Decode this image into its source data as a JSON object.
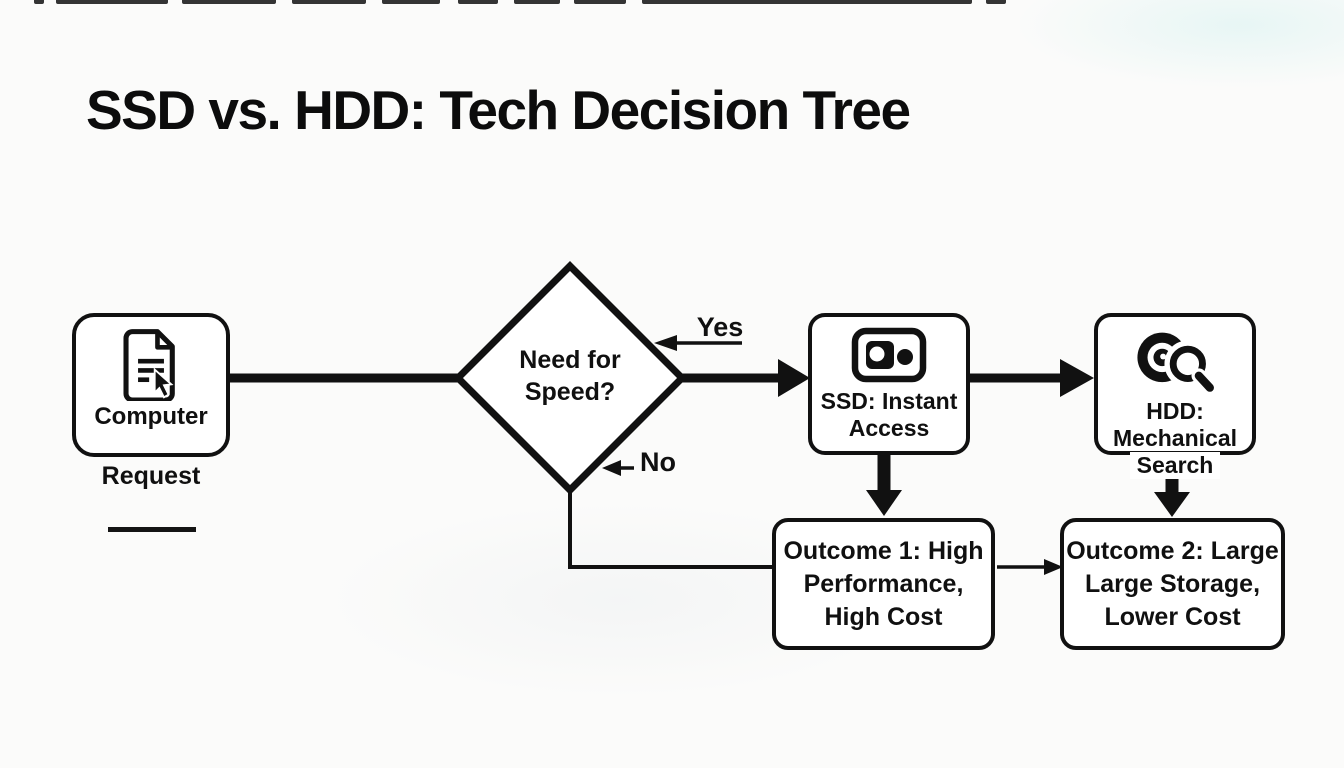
{
  "title": "SSD vs. HDD: Tech Decision Tree",
  "colors": {
    "ink": "#111111",
    "background": "#fbfbfa"
  },
  "icons": {
    "start": "document-cursor-icon",
    "ssd": "ssd-drive-icon",
    "hdd": "disk-search-icon"
  },
  "diagram": {
    "start": {
      "label_inside": "Computer",
      "label_below": "Request"
    },
    "decision": {
      "line1": "Need for",
      "line2": "Speed?"
    },
    "branch_yes": "Yes",
    "branch_no": "No",
    "ssd": {
      "line1": "SSD: Instant",
      "line2": "Access"
    },
    "hdd": {
      "line1": "HDD:",
      "line2": "Mechanical",
      "line3": "Search"
    },
    "outcome1": {
      "line1": "Outcome 1: High",
      "line2": "Performance,",
      "line3": "High Cost"
    },
    "outcome2": {
      "line1": "Outcome 2: Large",
      "line2": "Large Storage,",
      "line3": "Lower Cost"
    }
  }
}
